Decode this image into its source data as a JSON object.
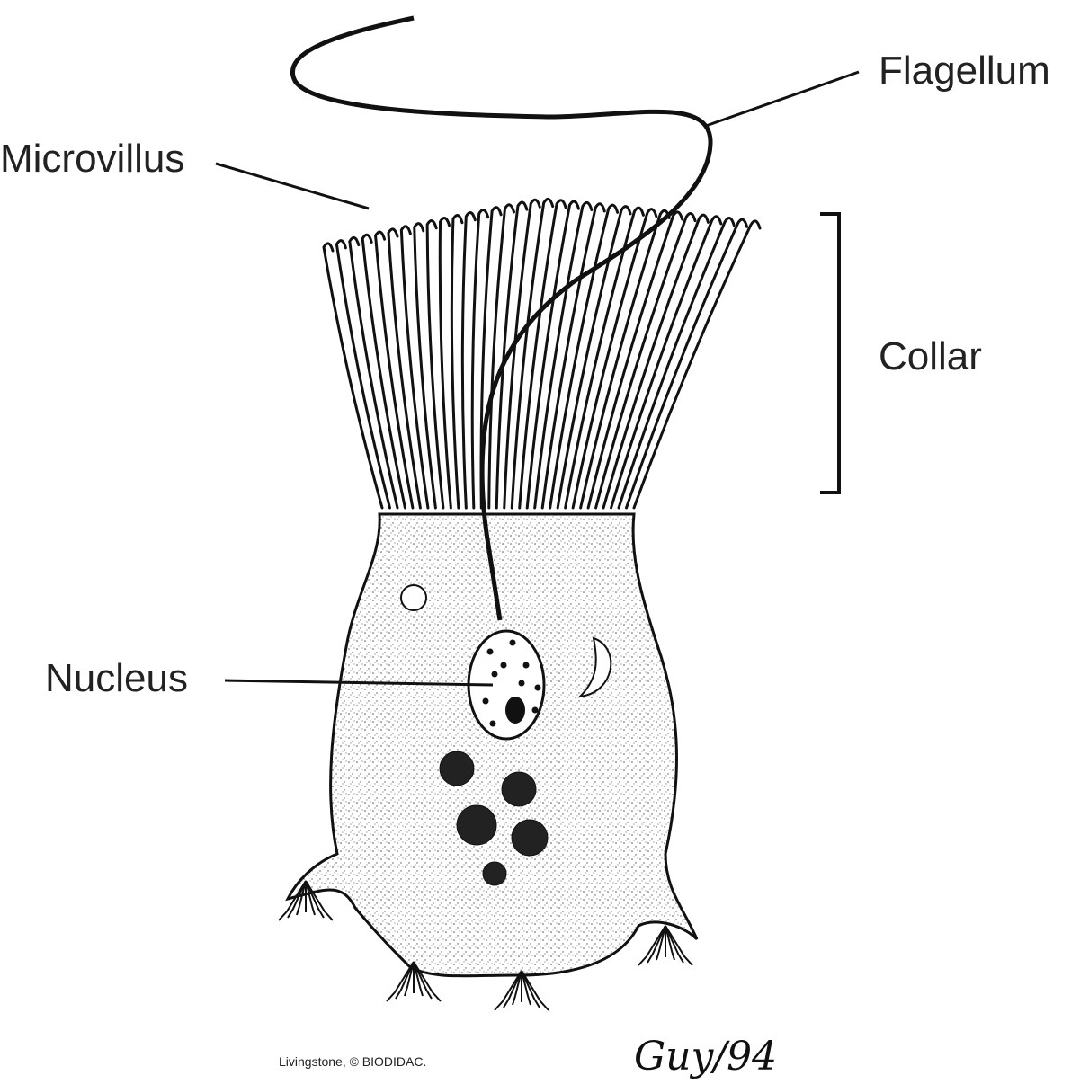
{
  "diagram": {
    "labels": {
      "flagellum": "Flagellum",
      "microvillus": "Microvillus",
      "collar": "Collar",
      "nucleus": "Nucleus"
    },
    "credit": "Livingstone, © BIODIDAC.",
    "signature": "Guy/94"
  }
}
